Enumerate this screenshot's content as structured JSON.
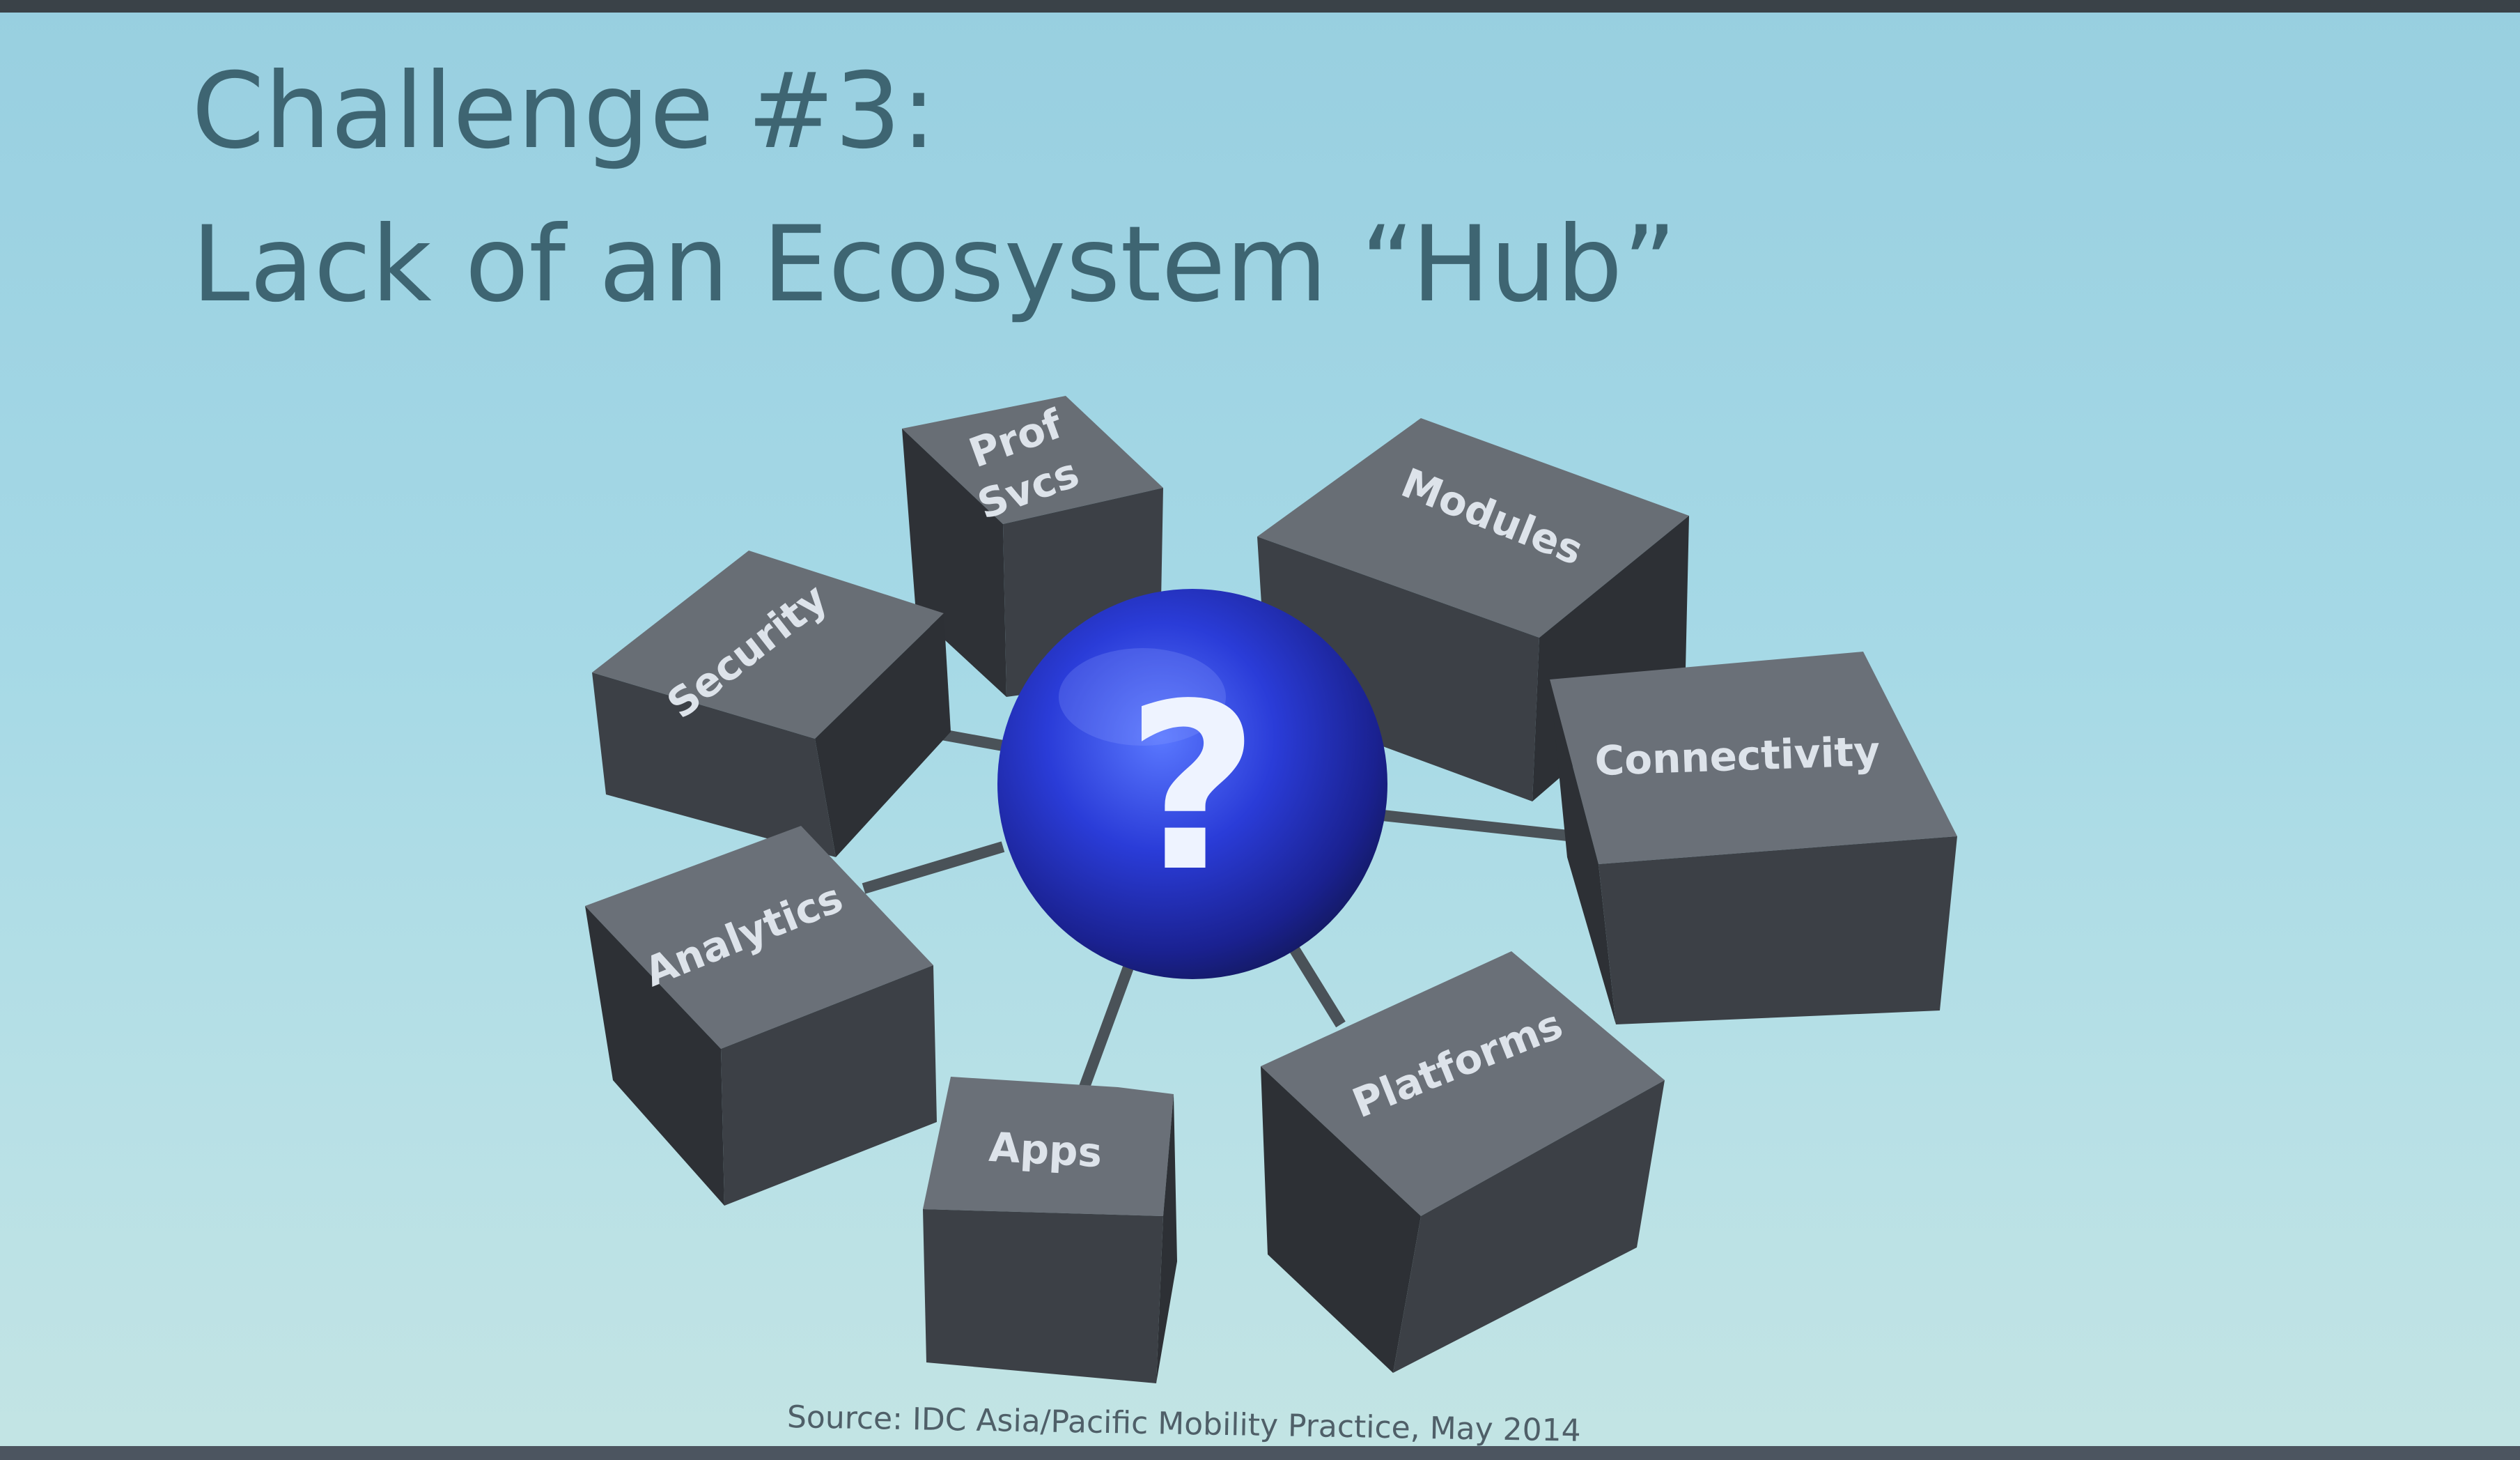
{
  "slide": {
    "title_line1": "Challenge #3:",
    "title_line2": "Lack of an Ecosystem “Hub”",
    "source": "Source: IDC Asia/Pacific Mobility Practice, May 2014"
  },
  "diagram": {
    "hub_symbol": "?",
    "boxes": [
      {
        "id": "prof-svcs",
        "line1": "Prof",
        "line2": "Svcs"
      },
      {
        "id": "modules",
        "label": "Modules"
      },
      {
        "id": "security",
        "label": "Security"
      },
      {
        "id": "connectivity",
        "label": "Connectivity"
      },
      {
        "id": "analytics",
        "label": "Analytics"
      },
      {
        "id": "platforms",
        "label": "Platforms"
      },
      {
        "id": "apps",
        "label": "Apps"
      }
    ]
  },
  "colors": {
    "background": "#a6d9e6",
    "title_text": "#3e6572",
    "box_top": "#6a7078",
    "box_front": "#3c4046",
    "box_side": "#2d3035",
    "hub_sphere": "#2a34c8",
    "spoke": "#4a5258"
  }
}
